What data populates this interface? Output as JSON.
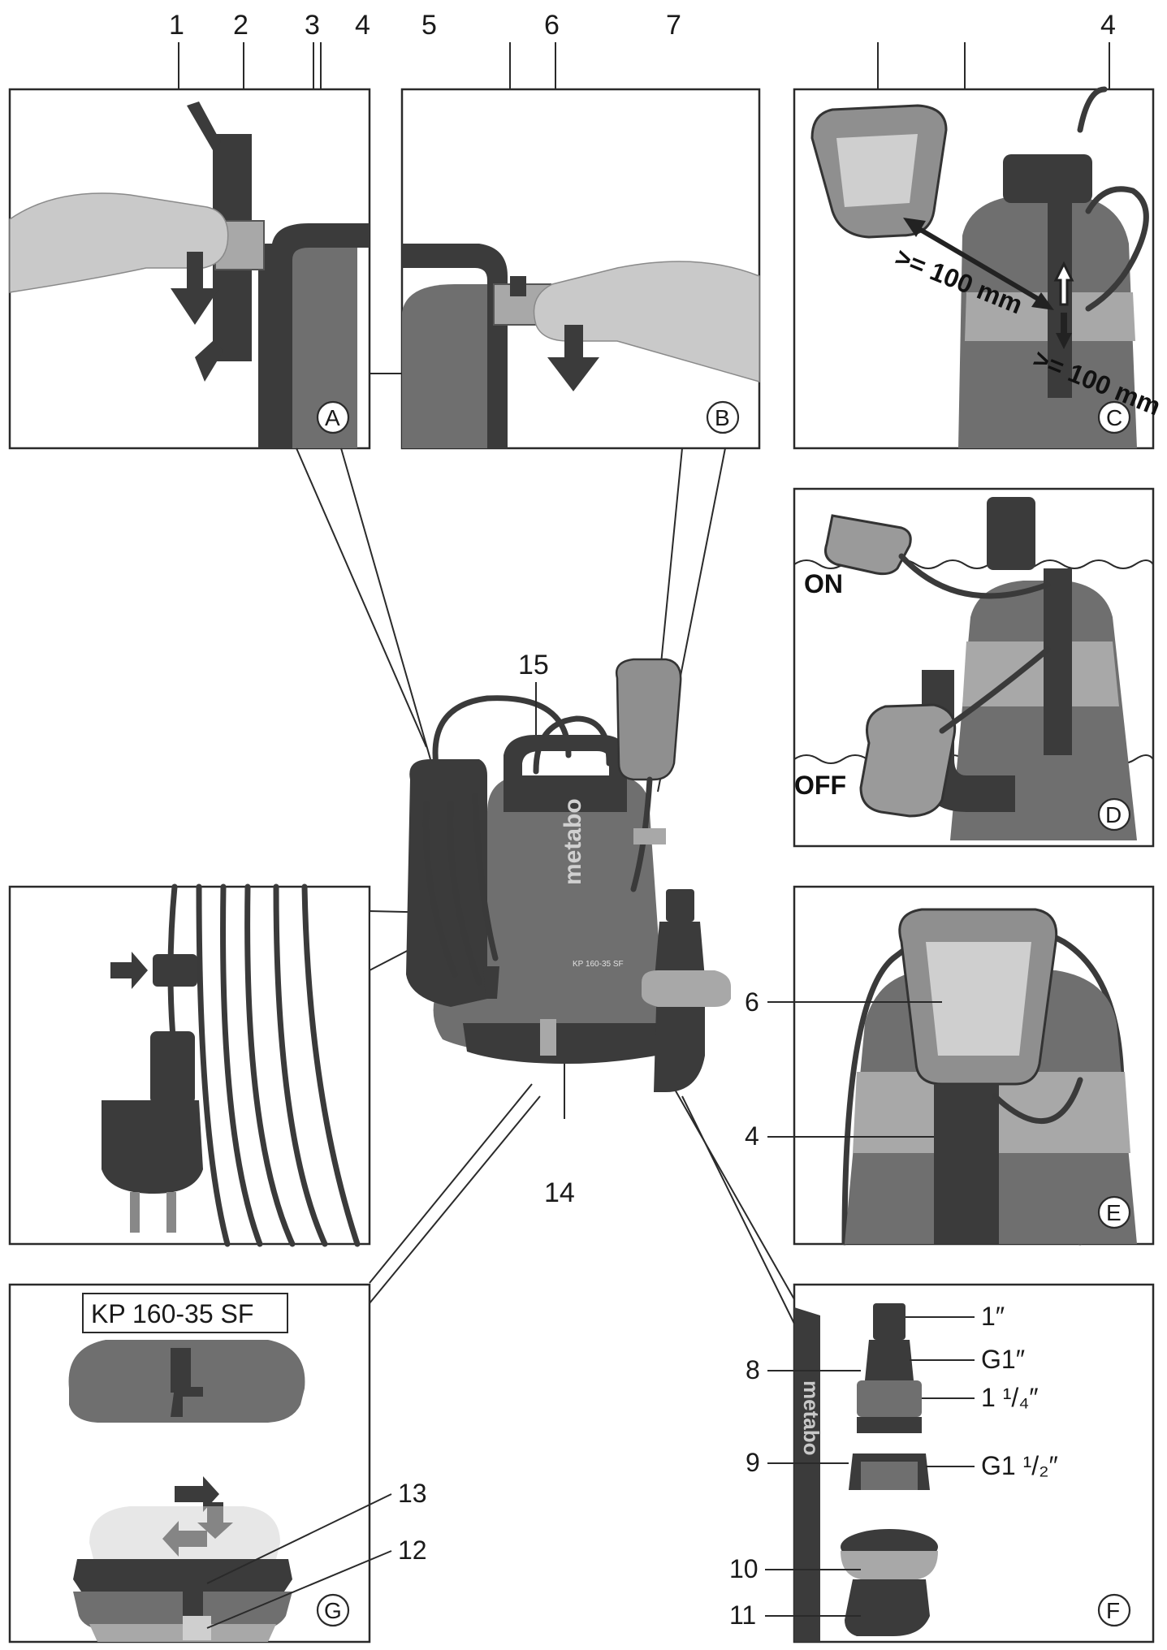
{
  "callouts_top": [
    "1",
    "2",
    "3",
    "4",
    "5",
    "6",
    "7"
  ],
  "callout_c_top": "4",
  "panel_letters": {
    "a": "A",
    "b": "B",
    "c": "C",
    "d": "D",
    "e": "E",
    "f": "F",
    "g": "G"
  },
  "panel_c": {
    "distance_1": ">= 100 mm",
    "distance_2": ">= 100 mm"
  },
  "panel_d": {
    "on": "ON",
    "off": "OFF"
  },
  "panel_e": {
    "label_6": "6",
    "label_4": "4"
  },
  "center": {
    "label_15": "15",
    "label_14": "14",
    "brand": "metabo",
    "model_small": "KP 160-35 SF"
  },
  "panel_g": {
    "model": "KP 160-35 SF",
    "label_13": "13",
    "label_12": "12"
  },
  "panel_f": {
    "label_8": "8",
    "label_9": "9",
    "label_10": "10",
    "label_11": "11",
    "size_1": "1″",
    "size_2": "G1″",
    "size_3": "1 ¹/₄″",
    "size_4": "G1 ¹/₂″",
    "brand": "metabo"
  }
}
